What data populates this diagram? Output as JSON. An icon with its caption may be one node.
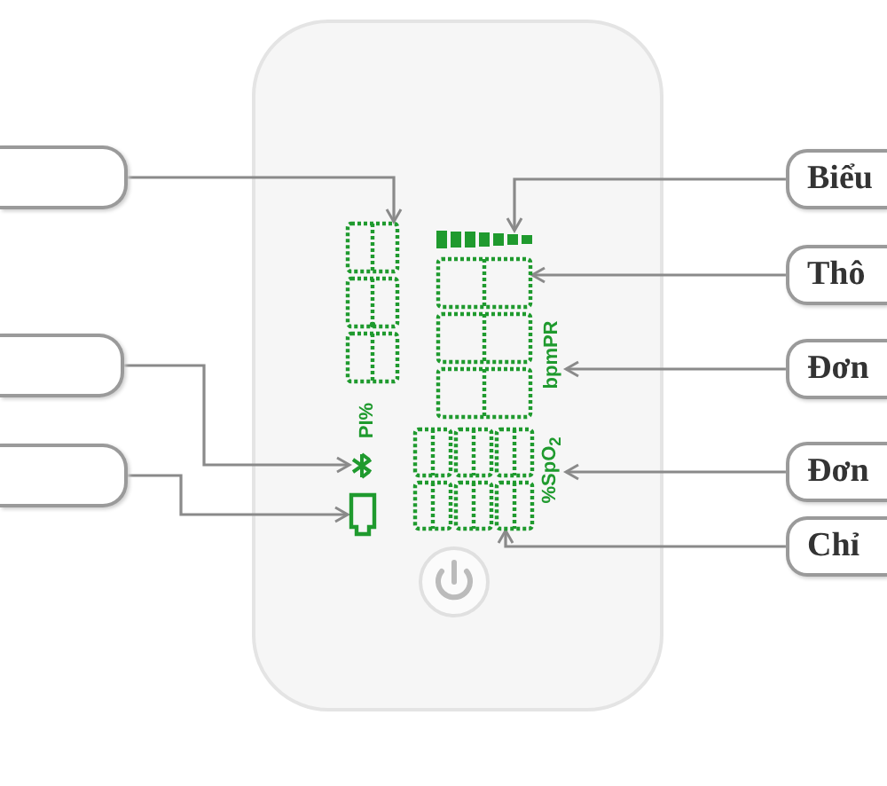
{
  "diagram": {
    "nodes": [
      {
        "text": [],
        "shape": "box"
      },
      {
        "text": [],
        "shape": "box"
      },
      {
        "text": [],
        "shape": "box"
      },
      {
        "text": [
          "Biểu"
        ]
      },
      {
        "text": [
          "Thô"
        ]
      },
      {
        "text": [
          "Đơn"
        ]
      },
      {
        "text": [
          "Đơn"
        ]
      },
      {
        "text": [
          "Chỉ"
        ]
      },
      {
        "text": [],
        "shape": "picture"
      },
      {
        "text": [],
        "shape": "bar"
      },
      {
        "text": [],
        "shape": "picture"
      },
      {
        "text": [
          "bpmPR"
        ]
      },
      {
        "text": [
          "%SpO$_{2}$"
        ]
      },
      {
        "text": [],
        "shape": "picture"
      },
      {
        "text": [],
        "shape": "picture"
      },
      {
        "text": [],
        "shape": "picture"
      }
    ],
    "edges": [
      {
        "from": 0,
        "to": 8,
        "arrow": "to"
      },
      {
        "from": 1,
        "to": 13,
        "arrow": "to"
      },
      {
        "from": 2,
        "to": 14,
        "arrow": "to"
      },
      {
        "from": 3,
        "to": 9,
        "arrow": "to"
      },
      {
        "from": 4,
        "to": 10,
        "arrow": "to"
      },
      {
        "from": 5,
        "to": 11,
        "arrow": "to"
      },
      {
        "from": 6,
        "to": 12,
        "arrow": "to"
      },
      {
        "from": 7,
        "to": 15,
        "arrow": "to"
      }
    ],
    "labels": [
      "PI%"
    ]
  }
}
